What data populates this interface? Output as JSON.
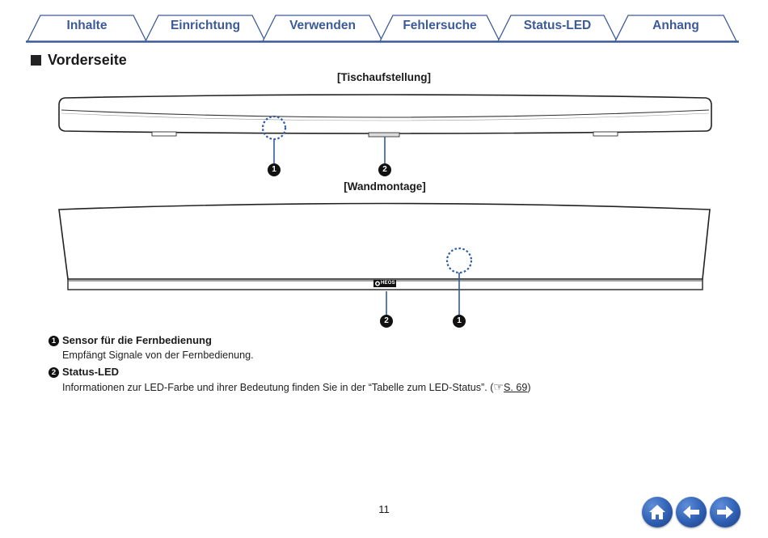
{
  "tabs": [
    "Inhalte",
    "Einrichtung",
    "Verwenden",
    "Fehlersuche",
    "Status-LED",
    "Anhang"
  ],
  "section_title": "Vorderseite",
  "captions": {
    "table_setup": "[Tischaufstellung]",
    "wall_mount": "[Wandmontage]"
  },
  "callouts": {
    "one": "1",
    "two": "2"
  },
  "logo_text": "HEOS",
  "items": [
    {
      "num": "1",
      "title": "Sensor für die Fernbedienung",
      "body": "Empfängt Signale von der Fernbedienung."
    },
    {
      "num": "2",
      "title": "Status-LED",
      "body": "Informationen zur LED-Farbe und ihrer Bedeutung finden Sie in der “Tabelle zum LED-Status”.",
      "ref_open": "(",
      "ref_icon": "☞",
      "ref_link": "S. 69",
      "ref_close": ")"
    }
  ],
  "page_number": "11",
  "nav": {
    "home": "home-icon",
    "back": "arrow-left-icon",
    "forward": "arrow-right-icon"
  },
  "colors": {
    "tab_text": "#3c5a9a",
    "tab_line": "#3c5a9a",
    "leader": "#2a5aa8",
    "nav_button": "#2f5fb3"
  }
}
